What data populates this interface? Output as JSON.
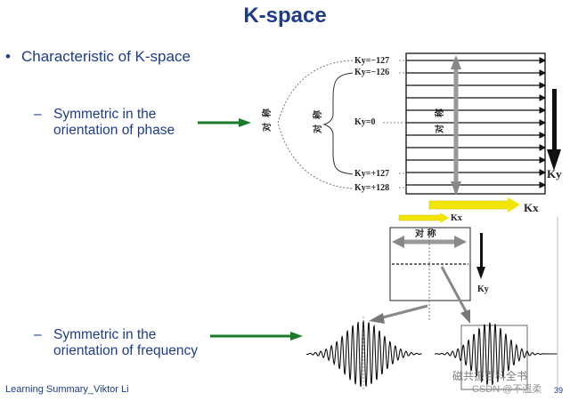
{
  "slide": {
    "title": "K-space",
    "bullet": "Characteristic of K-space",
    "bullet_marker": "•",
    "sub_marker": "–",
    "sub1": "Symmetric in the orientation of phase",
    "sub2": "Symmetric in the orientation of frequency",
    "footer": "Learning Summary_Viktor Li",
    "page_number": "39"
  },
  "figure_top": {
    "ky_labels": [
      "Ky=−127",
      "Ky=−126",
      "Ky=0",
      "Ky=+127",
      "Ky=+128"
    ],
    "symmetry_char_1": "对",
    "symmetry_char_2": "称",
    "ky_axis": "Ky",
    "kx_axis": "Kx"
  },
  "figure_bottom": {
    "kx_label": "Kx",
    "ky_label": "Ky",
    "symmetry_label": "对  称"
  },
  "watermark": {
    "line1": "磁共振百科全书",
    "line2": "CSDN @不温柔"
  },
  "colors": {
    "title_blue": "#1f3b8c",
    "arrow_green": "#1a7a2a",
    "arrow_yellow": "#f2e600"
  }
}
